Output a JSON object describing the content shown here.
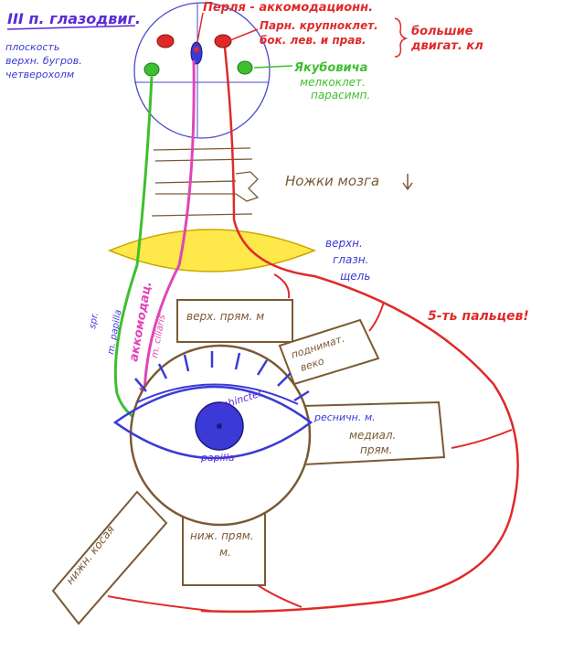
{
  "title": "III п. глазодвиг.",
  "midbrain_label": [
    "плоскость",
    "верхн. бугров.",
    "четверохолм"
  ],
  "perlia_label": "Перля - аккомодационн.",
  "large_cell_label": [
    "Парн. крупноклет.",
    "бок. лев. и прав."
  ],
  "large_cell_group_label": [
    "большие",
    "двигат. кл"
  ],
  "yakubovich_label": [
    "Якубовича",
    "мелкоклет.",
    "парасимп."
  ],
  "cerebral_peduncles_label": "Ножки мозга",
  "sup_orbital_fissure_label": [
    "верхн.",
    "глазн.",
    "щель"
  ],
  "fifth_finger_label": "5-ть пальцев!",
  "accommodation_label": "аккомодац.",
  "ciliaris_label": "m. ciliaris",
  "spr_label": "spr.",
  "papilla_fiber_label": "m. papilla",
  "sphincter_label": "m. sphincter",
  "papilla_label": "papilla",
  "muscles": {
    "superior_rectus": "верх. прям. м",
    "levator": [
      "поднимат.",
      "веко"
    ],
    "medial_rectus": [
      "медиал.",
      "прям."
    ],
    "inferior_rectus": [
      "ниж. прям.",
      "м."
    ],
    "inferior_oblique": "нижн. косая"
  },
  "ciliary_label": "ресничн. м.",
  "colors": {
    "red": "#e02a2a",
    "green": "#3fbf2f",
    "pink": "#e045b8",
    "blue": "#3a3ad6",
    "brown": "#7a5a34",
    "yellow": "#ffe84a",
    "purple": "#5a2bd6"
  }
}
